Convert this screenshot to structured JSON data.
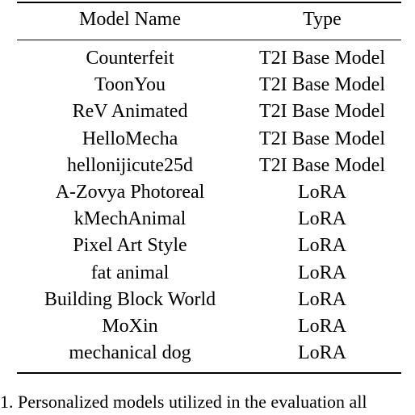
{
  "table": {
    "headers": [
      "Model Name",
      "Type"
    ],
    "rows": [
      [
        "Counterfeit",
        "T2I Base Model"
      ],
      [
        "ToonYou",
        "T2I Base Model"
      ],
      [
        "ReV Animated",
        "T2I Base Model"
      ],
      [
        "HelloMecha",
        "T2I Base Model"
      ],
      [
        "hellonijicute25d",
        "T2I Base Model"
      ],
      [
        "A-Zovya Photoreal",
        "LoRA"
      ],
      [
        "kMechAnimal",
        "LoRA"
      ],
      [
        "Pixel Art Style",
        "LoRA"
      ],
      [
        "fat animal",
        "LoRA"
      ],
      [
        "Building Block World",
        "LoRA"
      ],
      [
        "MoXin",
        "LoRA"
      ],
      [
        "mechanical dog",
        "LoRA"
      ]
    ]
  },
  "caption": "1. Personalized models utilized in the evaluation all"
}
